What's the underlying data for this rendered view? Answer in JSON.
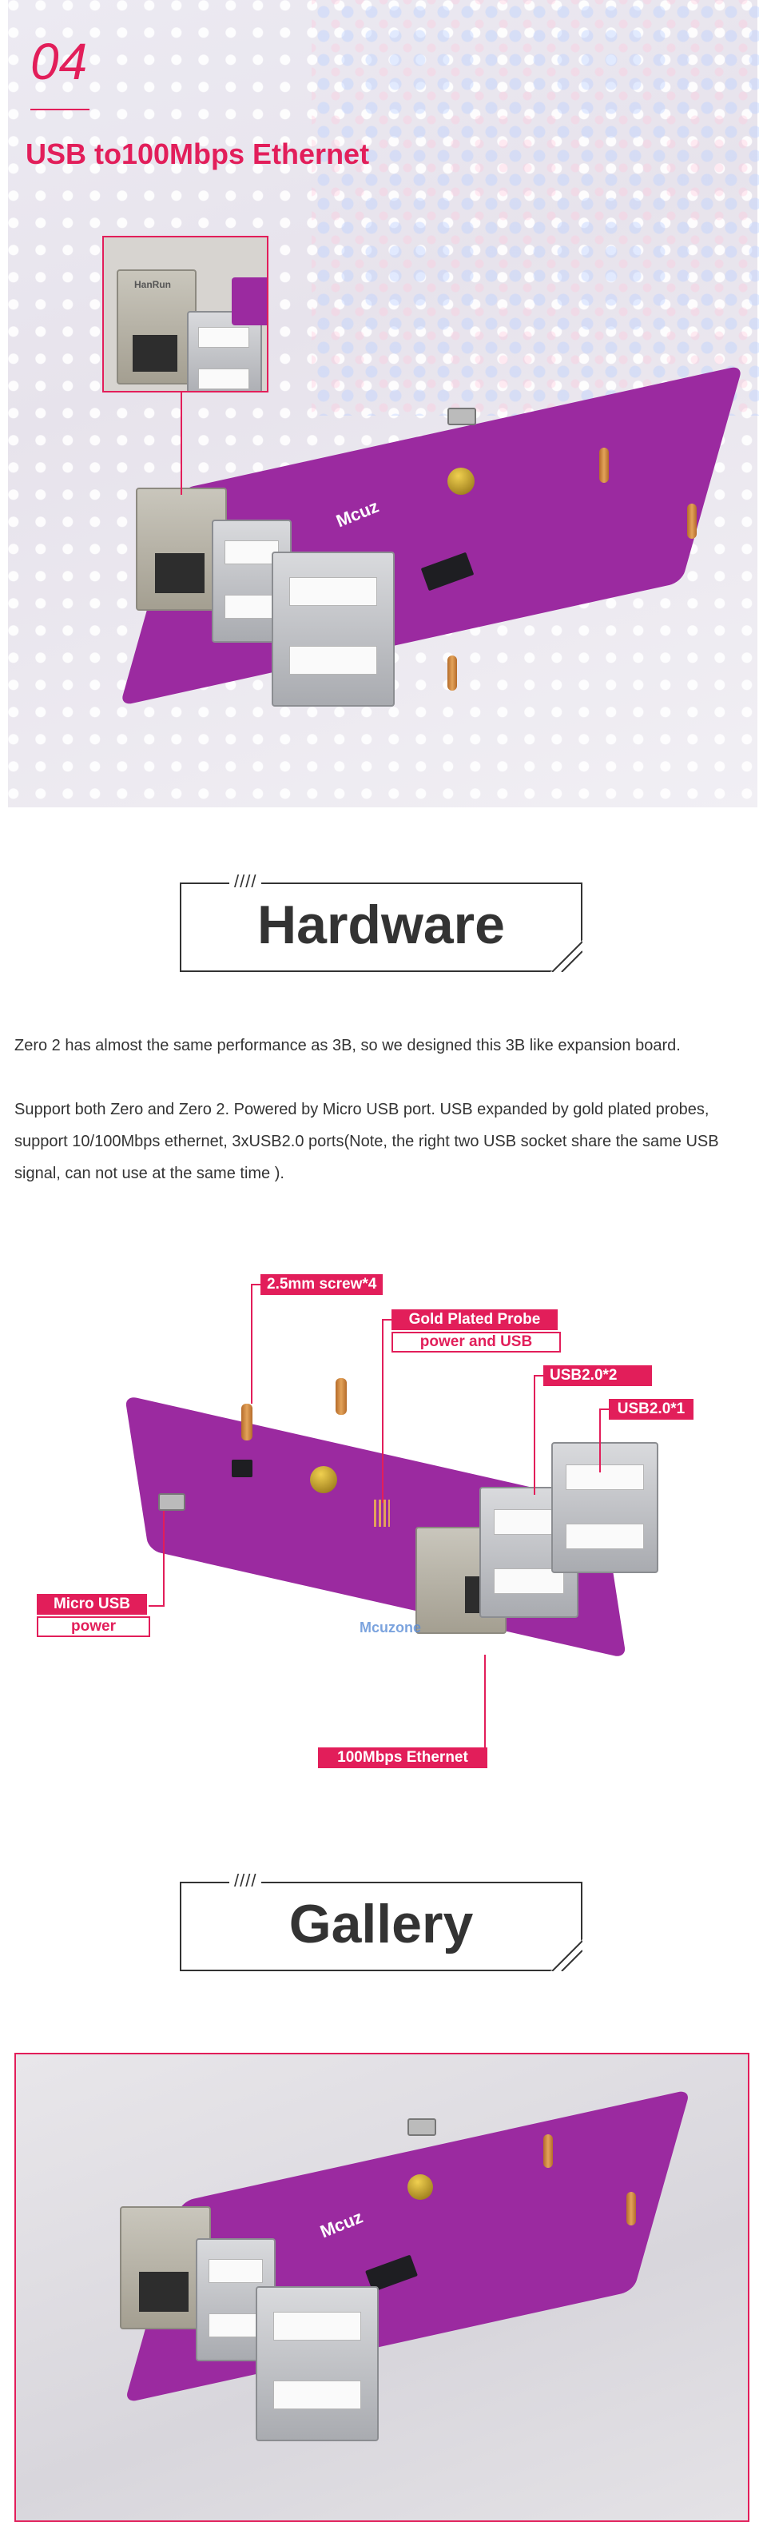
{
  "section": {
    "number": "04",
    "title": "USB  to100Mbps Ethernet"
  },
  "hardware": {
    "slashes": "////",
    "title": "Hardware",
    "paragraph1": "Zero 2 has almost the same performance as 3B, so we designed this 3B like expansion board.",
    "paragraph2_line1": "Support both Zero and Zero 2. Powered by Micro USB port. USB expanded by gold plated probes,",
    "paragraph2_line2": "support 10/100Mbps ethernet, 3xUSB2.0 ports(Note, the right two USB socket share the same USB",
    "paragraph2_line3": "signal, can not use at the same time )."
  },
  "labels": {
    "screw": "2.5mm screw*4",
    "probe_line1": "Gold Plated Probe",
    "probe_line2": "power and USB",
    "usb2": "USB2.0*2",
    "usb1": "USB2.0*1",
    "micro_usb_line1": "Micro USB",
    "micro_usb_line2": "power",
    "ethernet": "100Mbps Ethernet"
  },
  "board_marks": {
    "brand": "Mcuzone",
    "rj45_brand": "HanRun",
    "silk_brand": "Mcuz"
  },
  "gallery": {
    "slashes": "////",
    "title": "Gallery"
  },
  "colors": {
    "accent": "#e21e5a",
    "pcb": "#9b2aa0",
    "text": "#333333"
  }
}
